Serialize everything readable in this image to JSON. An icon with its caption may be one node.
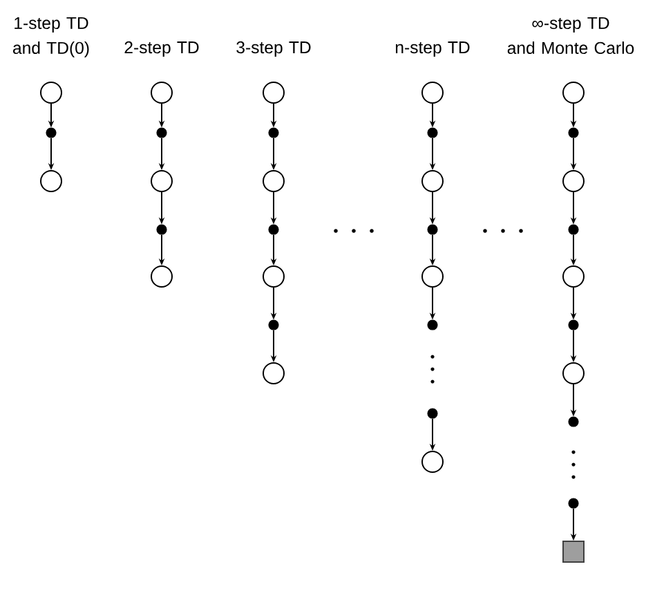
{
  "diagram": {
    "nodes": [
      {
        "text": [],
        "shape": "circle"
      },
      {
        "text": [],
        "shape": "dot"
      },
      {
        "text": [],
        "shape": "circle"
      },
      {
        "text": [],
        "shape": "circle"
      },
      {
        "text": [],
        "shape": "dot"
      },
      {
        "text": [],
        "shape": "circle"
      },
      {
        "text": [],
        "shape": "dot"
      },
      {
        "text": [],
        "shape": "circle"
      },
      {
        "text": [],
        "shape": "circle"
      },
      {
        "text": [],
        "shape": "dot"
      },
      {
        "text": [],
        "shape": "circle"
      },
      {
        "text": [],
        "shape": "dot"
      },
      {
        "text": [],
        "shape": "circle"
      },
      {
        "text": [],
        "shape": "dot"
      },
      {
        "text": [],
        "shape": "circle"
      },
      {
        "text": [],
        "shape": "circle"
      },
      {
        "text": [],
        "shape": "dot"
      },
      {
        "text": [],
        "shape": "circle"
      },
      {
        "text": [],
        "shape": "dot"
      },
      {
        "text": [],
        "shape": "circle"
      },
      {
        "text": [],
        "shape": "dot"
      },
      {
        "text": [],
        "shape": "dot"
      },
      {
        "text": [],
        "shape": "circle"
      },
      {
        "text": [],
        "shape": "circle"
      },
      {
        "text": [],
        "shape": "dot"
      },
      {
        "text": [],
        "shape": "circle"
      },
      {
        "text": [],
        "shape": "dot"
      },
      {
        "text": [],
        "shape": "circle"
      },
      {
        "text": [],
        "shape": "dot"
      },
      {
        "text": [],
        "shape": "circle"
      },
      {
        "text": [],
        "shape": "dot"
      },
      {
        "text": [],
        "shape": "dot"
      },
      {
        "text": [],
        "shape": "square"
      }
    ],
    "edges": [
      {
        "from": 0,
        "to": 1,
        "arrow": "to"
      },
      {
        "from": 1,
        "to": 2,
        "arrow": "to"
      },
      {
        "from": 3,
        "to": 4,
        "arrow": "to"
      },
      {
        "from": 4,
        "to": 5,
        "arrow": "to"
      },
      {
        "from": 5,
        "to": 6,
        "arrow": "to"
      },
      {
        "from": 6,
        "to": 7,
        "arrow": "to"
      },
      {
        "from": 8,
        "to": 9,
        "arrow": "to"
      },
      {
        "from": 9,
        "to": 10,
        "arrow": "to"
      },
      {
        "from": 10,
        "to": 11,
        "arrow": "to"
      },
      {
        "from": 11,
        "to": 12,
        "arrow": "to"
      },
      {
        "from": 12,
        "to": 13,
        "arrow": "to"
      },
      {
        "from": 13,
        "to": 14,
        "arrow": "to"
      },
      {
        "from": 15,
        "to": 16,
        "arrow": "to"
      },
      {
        "from": 16,
        "to": 17,
        "arrow": "to"
      },
      {
        "from": 17,
        "to": 18,
        "arrow": "to"
      },
      {
        "from": 18,
        "to": 19,
        "arrow": "to"
      },
      {
        "from": 19,
        "to": 20,
        "arrow": "to"
      },
      {
        "from": 21,
        "to": 22,
        "arrow": "to"
      },
      {
        "from": 23,
        "to": 24,
        "arrow": "to"
      },
      {
        "from": 24,
        "to": 25,
        "arrow": "to"
      },
      {
        "from": 25,
        "to": 26,
        "arrow": "to"
      },
      {
        "from": 26,
        "to": 27,
        "arrow": "to"
      },
      {
        "from": 27,
        "to": 28,
        "arrow": "to"
      },
      {
        "from": 28,
        "to": 29,
        "arrow": "to"
      },
      {
        "from": 29,
        "to": 30,
        "arrow": "to"
      },
      {
        "from": 31,
        "to": 32,
        "arrow": "to"
      }
    ],
    "labels": [
      "1-step TD and TD(0)",
      "2-step TD",
      "3-step TD",
      "n-step TD",
      "∞-step TD and Monte Carlo"
    ]
  }
}
